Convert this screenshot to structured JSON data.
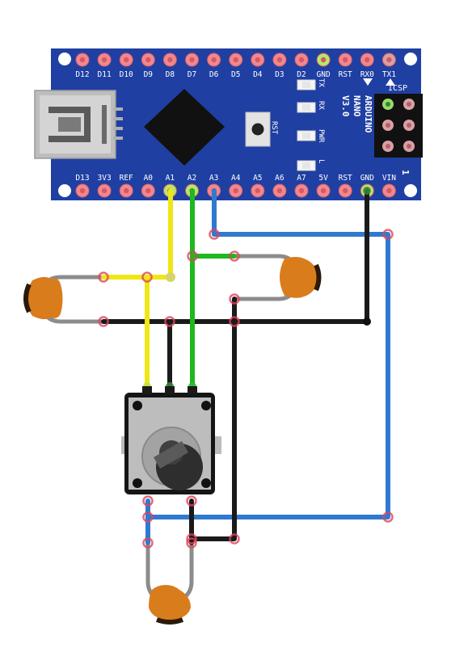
{
  "board": {
    "name_lines": [
      "ARDUINO",
      "NANO",
      "V3.0"
    ],
    "icsp_label": "ICSP",
    "icsp_pin_label": "1",
    "reset_label": "RST",
    "led_labels": [
      "TX",
      "RX",
      "PWR",
      "L"
    ],
    "top_pins": [
      "D12",
      "D11",
      "D10",
      "D9",
      "D8",
      "D7",
      "D6",
      "D5",
      "D4",
      "D3",
      "D2",
      "GND",
      "RST",
      "RX0",
      "TX1"
    ],
    "bottom_pins": [
      "D13",
      "3V3",
      "REF",
      "A0",
      "A1",
      "A2",
      "A3",
      "A4",
      "A5",
      "A6",
      "A7",
      "5V",
      "RST",
      "GND",
      "VIN"
    ]
  },
  "components": [
    {
      "name": "ceramic-capacitor-left",
      "kind": "capacitor"
    },
    {
      "name": "ceramic-capacitor-right",
      "kind": "capacitor"
    },
    {
      "name": "ceramic-capacitor-bottom",
      "kind": "capacitor"
    },
    {
      "name": "rotary-potentiometer",
      "kind": "potentiometer"
    }
  ],
  "wire_colors": {
    "yellow": "#f0e614",
    "green": "#1eb91e",
    "blue": "#2f7ad0",
    "black": "#1a1a1a",
    "lead_gray": "#8c8c8c"
  },
  "colors": {
    "board_blue": "#1f3fa3",
    "pin_pink": "#f2888f",
    "pin_active_green": "#b6e86a",
    "capacitor_orange": "#d97c1c",
    "connector_red": "#e0445a"
  }
}
